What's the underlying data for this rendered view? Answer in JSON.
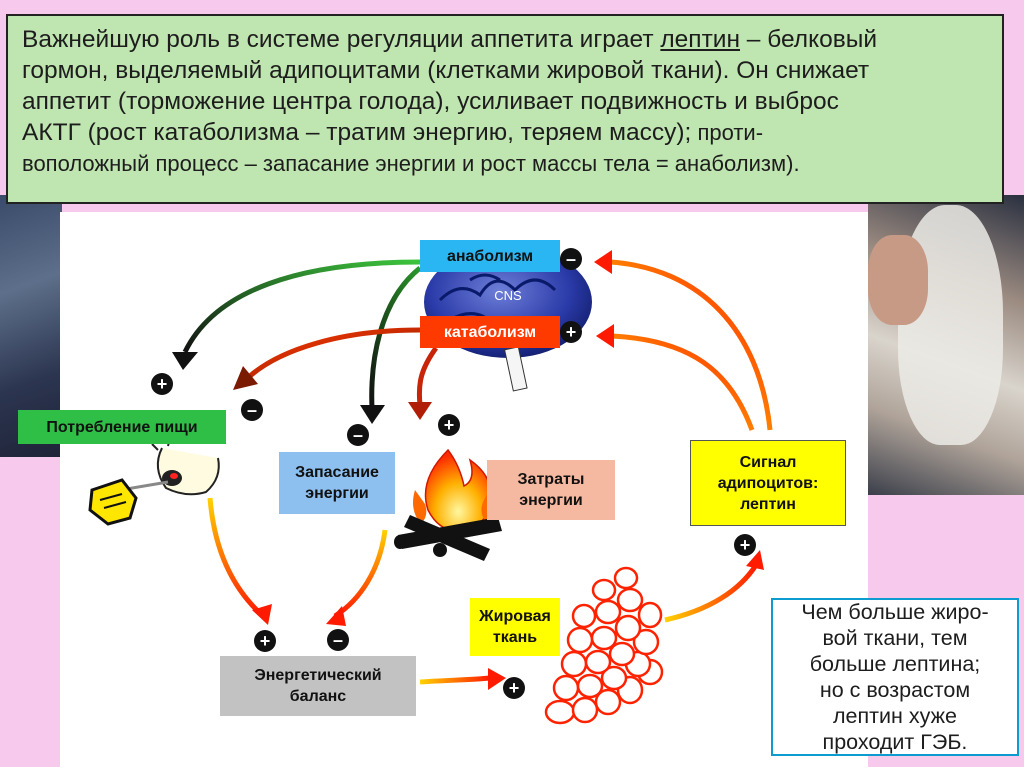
{
  "text_block": {
    "line1_pre": "Важнейшую роль в системе регуляции аппетита играет ",
    "line1_leptin": "лептин",
    "line1_post": " – белковый",
    "line2": "гормон, выделяемый адипоцитами (клетками жировой ткани). Он снижает",
    "line3": "аппетит (торможение центра голода), усиливает подвижность и выброс",
    "line4_main": "АКТГ (рост катаболизма – тратим энергию, теряем массу);",
    "line4_small": " проти-",
    "line5_small": "воположный процесс – запасание энергии и рост массы тела = анаболизм)."
  },
  "diagram": {
    "anabolism": "анаболизм",
    "catabolism": "катаболизм",
    "cns": "CNS",
    "food_intake": "Потребление пищи",
    "energy_storage_1": "Запасание",
    "energy_storage_2": "энергии",
    "energy_spend_1": "Затраты",
    "energy_spend_2": "энергии",
    "signal_1": "Сигнал",
    "signal_2": "адипоцитов:",
    "signal_3": "лептин",
    "fat_1": "Жировая",
    "fat_2": "ткань",
    "balance_1": "Энергетический",
    "balance_2": "баланс",
    "plus": "+",
    "minus": "–"
  },
  "note": {
    "line1": "Чем больше жиро-",
    "line2": "вой ткани, тем",
    "line3": "больше лептина;",
    "line4": "но с возрастом",
    "line5": "лептин хуже",
    "line6": "проходит ГЭБ."
  },
  "colors": {
    "text_bg": "#bfe5b0",
    "anabolism": "#29b6f2",
    "catabolism": "#ff3a00",
    "food": "#2fbf46",
    "storage": "#8dc0ee",
    "spend": "#f5b8a0",
    "signal": "#ffff00",
    "balance": "#c2c2c2",
    "note_border": "#0d9cd0"
  },
  "icons": [
    "brain-icon",
    "eating-person-icon",
    "campfire-icon",
    "fat-cells-icon"
  ]
}
